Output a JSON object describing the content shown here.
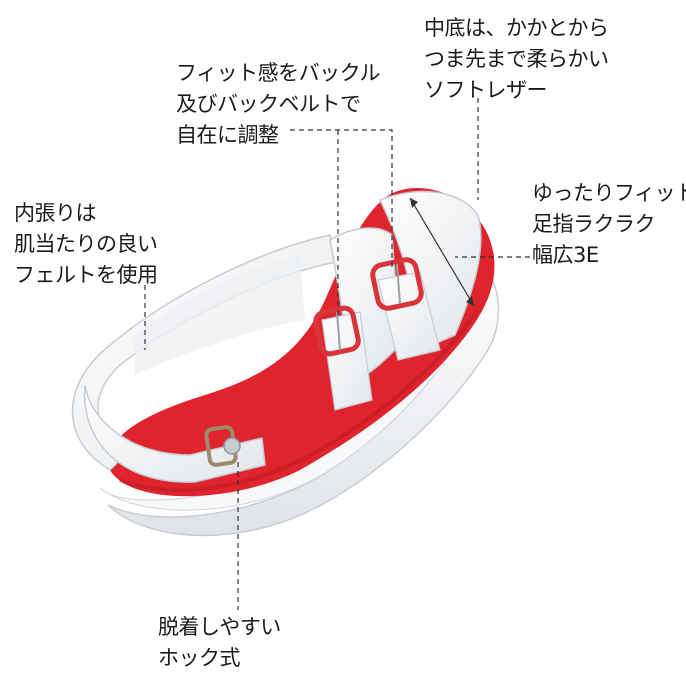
{
  "annotations": {
    "insole": {
      "lines": [
        "中底は、かかとから",
        "つま先まで柔らかい",
        "ソフトレザー"
      ]
    },
    "buckle_fit": {
      "lines": [
        "フィット感をバックル",
        "及びバックベルトで",
        "自在に調整"
      ]
    },
    "lining": {
      "lines": [
        "内張りは",
        "肌当たりの良い",
        "フェルトを使用"
      ]
    },
    "width": {
      "lines": [
        "ゆったりフィット",
        "足指ラクラク",
        "幅広3E"
      ]
    },
    "hook": {
      "lines": [
        "脱着しやすい",
        "ホック式"
      ]
    }
  },
  "colors": {
    "insole_red": "#e0242e",
    "strap_white": "#f4f5f7",
    "buckle_red": "#d9343a",
    "leader_line": "#333333"
  }
}
